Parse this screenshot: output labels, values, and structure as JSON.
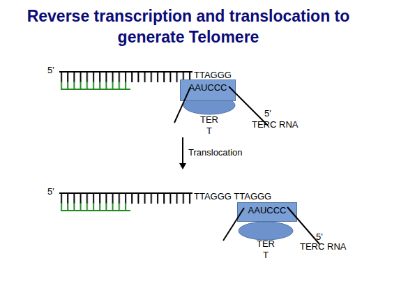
{
  "diagram": {
    "title": "Reverse transcription and translocation to generate Telomere",
    "nodes": [
      {
        "text": [
          "AAUCCC"
        ]
      },
      {
        "text": [
          "TER T"
        ]
      },
      {
        "text": [
          "AAUCCC"
        ]
      },
      {
        "text": [
          "TER T"
        ]
      }
    ],
    "labels": [
      "5'",
      "TTAGGG",
      "5'",
      "TERC RNA",
      "Translocation",
      "5'",
      "TTAGGG TTAGGG",
      "5'",
      "TERC RNA"
    ]
  }
}
